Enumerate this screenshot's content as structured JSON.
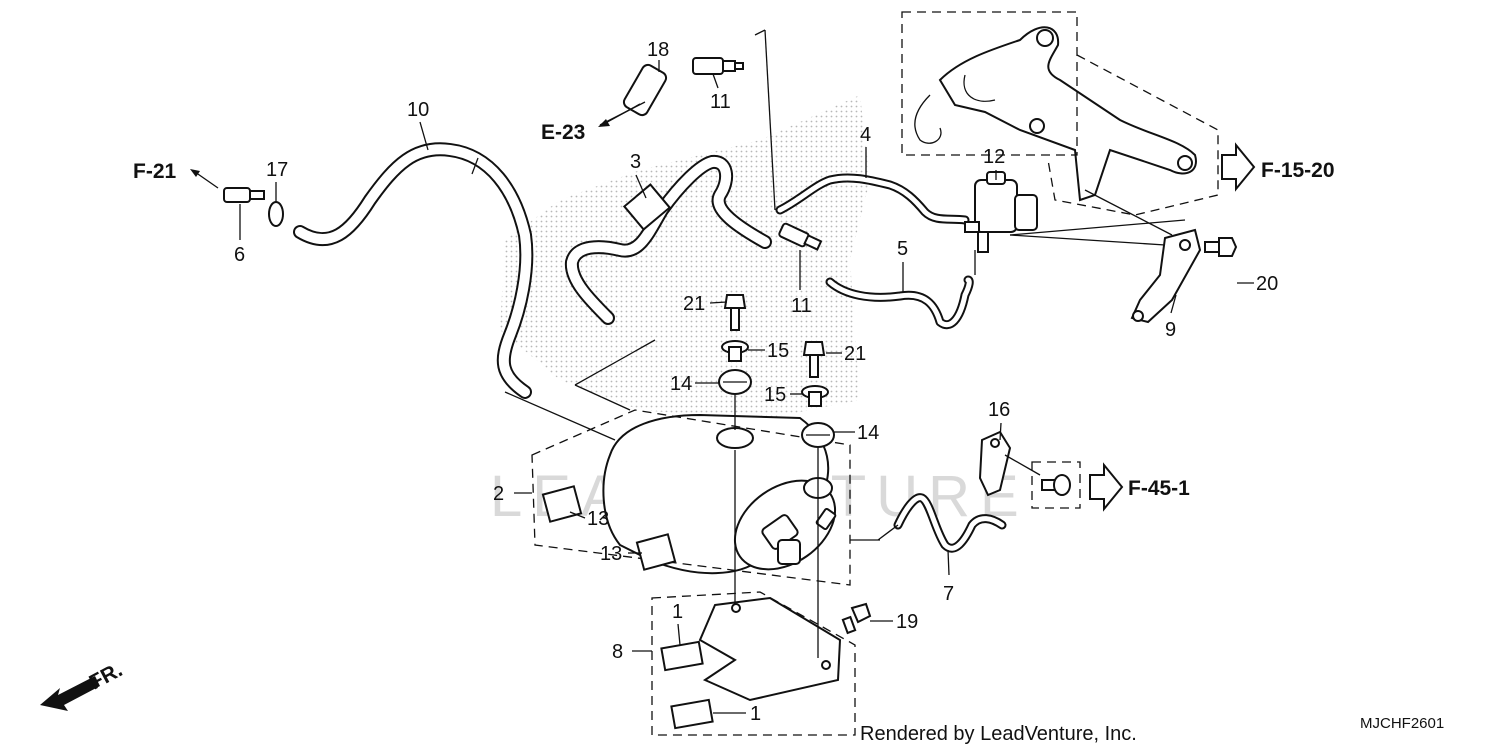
{
  "callouts": {
    "p1a": "1",
    "p1b": "1",
    "p2": "2",
    "p3": "3",
    "p4": "4",
    "p5": "5",
    "p6": "6",
    "p7": "7",
    "p8": "8",
    "p9": "9",
    "p10": "10",
    "p11a": "11",
    "p11b": "11",
    "p12": "12",
    "p13a": "13",
    "p13b": "13",
    "p14a": "14",
    "p14b": "14",
    "p15a": "15",
    "p15b": "15",
    "p16": "16",
    "p17": "17",
    "p18": "18",
    "p19": "19",
    "p20": "20",
    "p21a": "21",
    "p21b": "21"
  },
  "references": {
    "f21": "F-21",
    "e23": "E-23",
    "f1520": "F-15-20",
    "f451": "F-45-1"
  },
  "direction_label": "FR.",
  "watermark": "LEADVENTURE",
  "footer": {
    "rendered_by": "Rendered by LeadVenture, Inc.",
    "diagram_code": "MJCHF2601"
  },
  "colors": {
    "ink": "#111111",
    "shade": "#b8b8b8",
    "watermark": "#d9d9d9"
  }
}
